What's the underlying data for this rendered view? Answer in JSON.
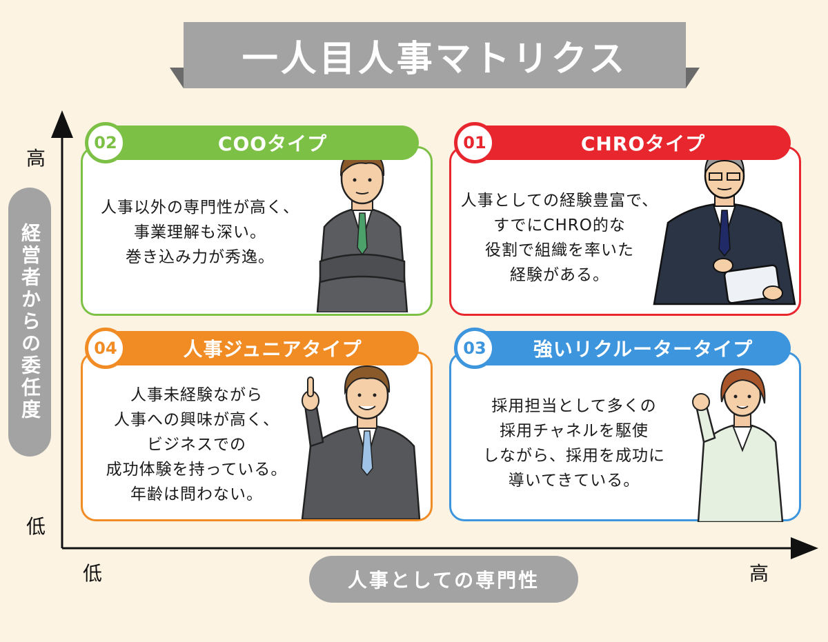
{
  "title": "一人目人事マトリクス",
  "axes": {
    "y_label": "経営者からの委任度",
    "y_high": "高",
    "y_low": "低",
    "x_label": "人事としての専門性",
    "x_low": "低",
    "x_high": "高"
  },
  "quadrants": [
    {
      "number": "02",
      "title": "COOタイプ",
      "lines": [
        "人事以外の専門性が高く、",
        "事業理解も深い。",
        "巻き込み力が秀逸。"
      ],
      "color": "#7cc046",
      "icon": "businessman-arms-crossed-icon"
    },
    {
      "number": "01",
      "title": "CHROタイプ",
      "lines": [
        "人事としての経験豊富で、",
        "すでにCHRO的な",
        "役割で組織を率いた",
        "経験がある。"
      ],
      "color": "#e8262e",
      "icon": "senior-executive-tablet-icon"
    },
    {
      "number": "04",
      "title": "人事ジュニアタイプ",
      "lines": [
        "人事未経験ながら",
        "人事への興味が高く、",
        "ビジネスでの",
        "成功体験を持っている。",
        "年齢は問わない。"
      ],
      "color": "#f18b24",
      "icon": "young-man-pointing-icon"
    },
    {
      "number": "03",
      "title": "強いリクルータータイプ",
      "lines": [
        "採用担当として多くの",
        "採用チャネルを駆使",
        "しながら、採用を成功に",
        "導いてきている。"
      ],
      "color": "#3d95dd",
      "icon": "businesswoman-fist-icon"
    }
  ]
}
